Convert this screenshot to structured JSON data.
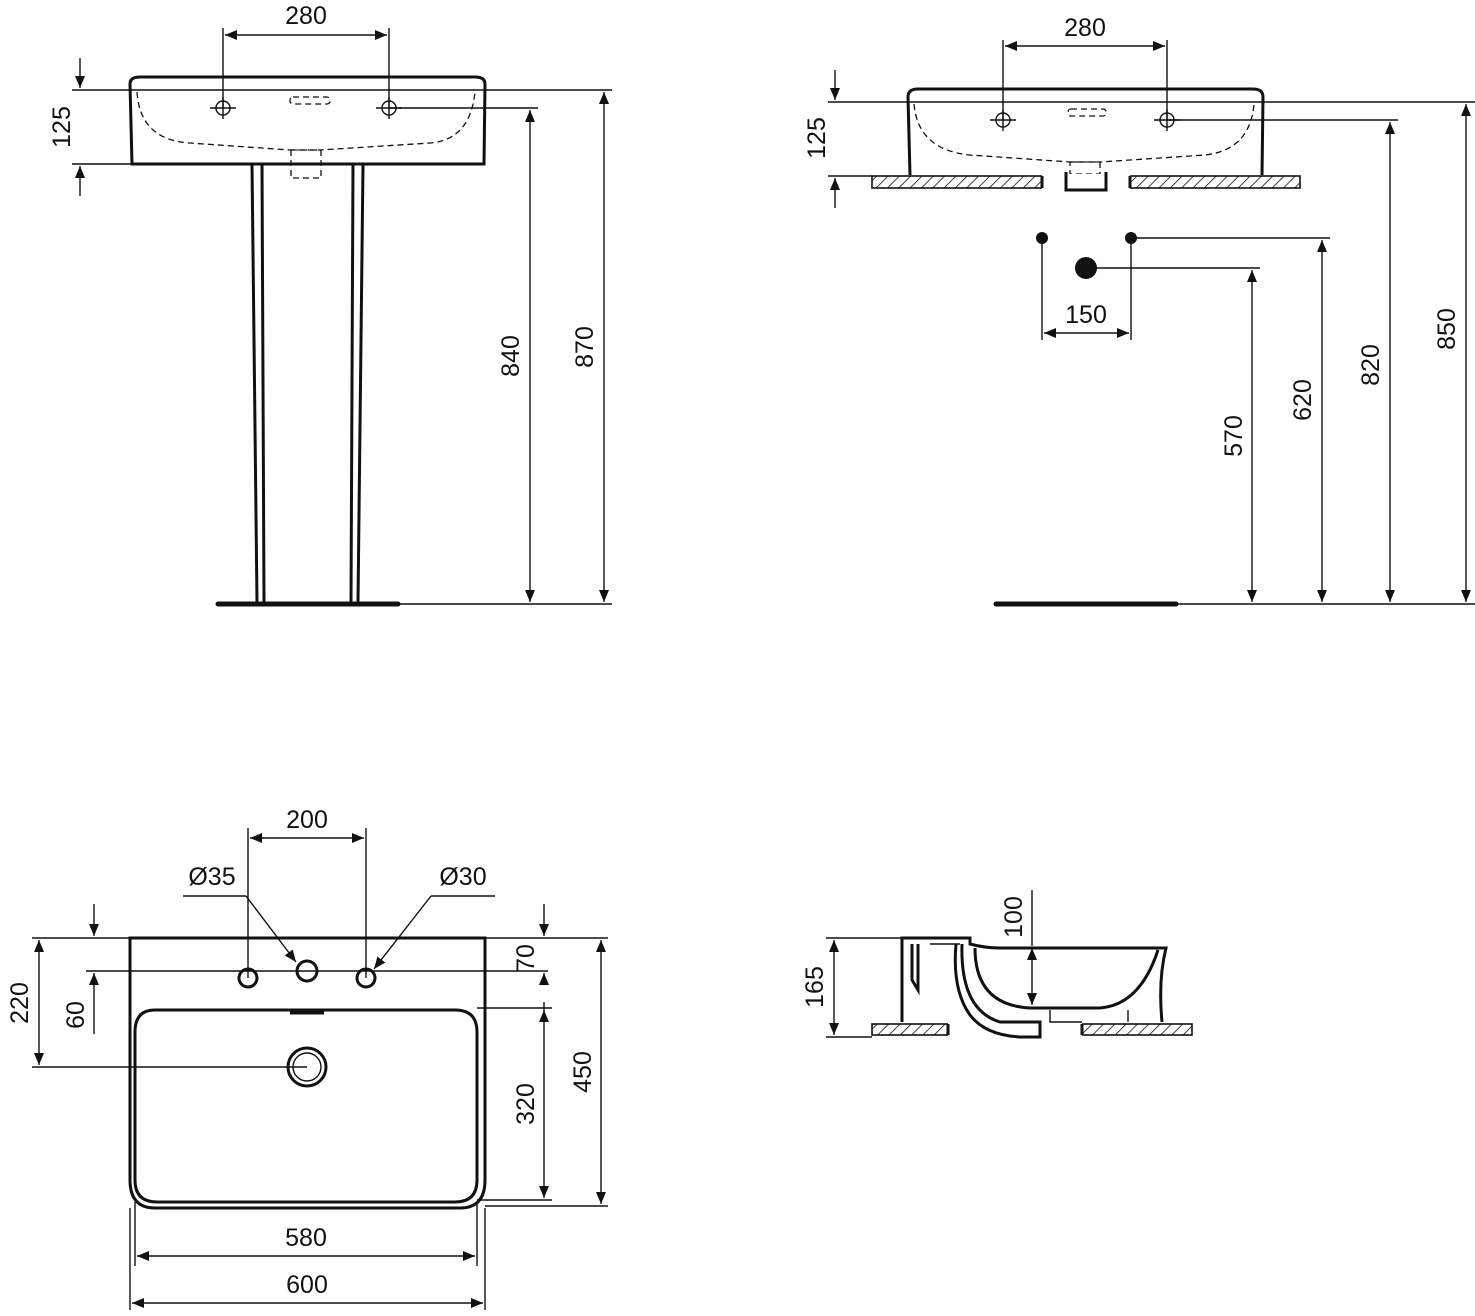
{
  "views": {
    "pedestal": {
      "dim_tap_spacing": "280",
      "dim_basin_height": "125",
      "dim_rim_height": "840",
      "dim_total_height": "870"
    },
    "wall_hung": {
      "dim_tap_spacing": "280",
      "dim_basin_height": "125",
      "dim_supply_spacing": "150",
      "dim_waste_height": "570",
      "dim_supply_height": "620",
      "dim_rim_height": "820",
      "dim_top_height": "850"
    },
    "plan": {
      "dim_tap_spacing": "200",
      "dim_left_hole": "Ø35",
      "dim_right_hole": "Ø30",
      "dim_ledge_depth": "70",
      "dim_tap_offset": "60",
      "dim_waste_offset": "220",
      "dim_bowl_depth": "320",
      "dim_total_depth": "450",
      "dim_bowl_width": "580",
      "dim_total_width": "600"
    },
    "section": {
      "dim_bowl_depth": "100",
      "dim_total_height": "165"
    }
  },
  "colors": {
    "line": "#111111",
    "background": "#ffffff"
  }
}
